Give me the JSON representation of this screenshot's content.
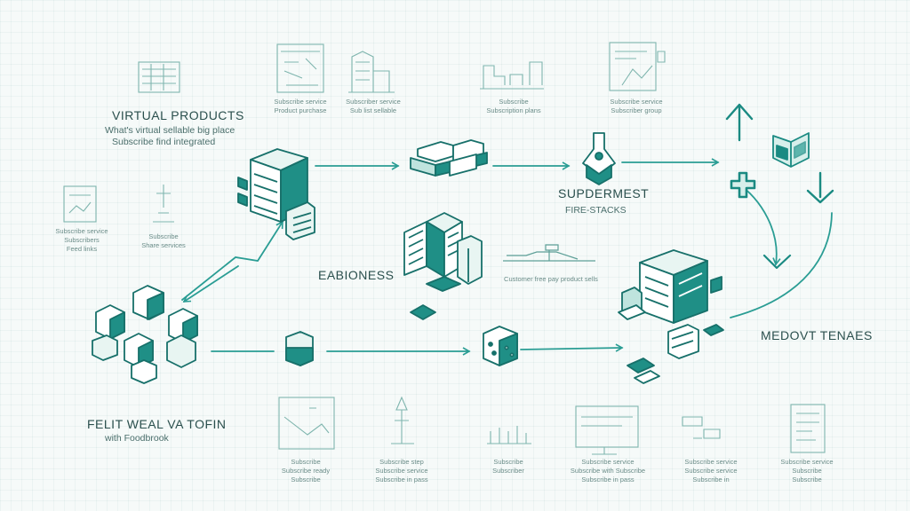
{
  "labels": {
    "virtual_products": "VIRTUAL PRODUCTS",
    "virtual_products_sub1": "What's virtual sellable big place",
    "virtual_products_sub2": "Subscribe find integrated",
    "supdermest": "SUPDERMEST",
    "fire_stacks": "FIRE-STACKS",
    "eabioness": "EABIONESS",
    "medovt_tenaes": "MEDOVT TENAES",
    "felit_weal": "FELIT WEAL VA TOFIN",
    "felit_weal_sub": "with Foodbrook"
  },
  "captions": {
    "top1": [
      "Subscriber service",
      "Sub list sellable"
    ],
    "top2": [
      "Subscribe service",
      "Product purchase"
    ],
    "top3": [
      "Subscribe",
      "Subscription plans"
    ],
    "top4": [
      "Subscribe service",
      "Subscriber group"
    ],
    "left1": [
      "Subscribe service",
      "Subscribers",
      "Feed links"
    ],
    "left2": [
      "Subscribe",
      "Share services"
    ],
    "mid_chart": [
      "Customer free pay product sells"
    ],
    "bot1": [
      "Subscribe",
      "Subscribe ready",
      "Subscribe"
    ],
    "bot2": [
      "Subscribe step",
      "Subscribe service",
      "Subscribe in pass"
    ],
    "bot3": [
      "Subscribe",
      "Subscriber"
    ],
    "bot4": [
      "Subscribe service",
      "Subscribe with Subscribe",
      "Subscribe in pass"
    ],
    "bot5": [
      "Subscribe service",
      "Subscribe service",
      "Subscribe in"
    ],
    "bot6": [
      "Subscribe service",
      "Subscribe",
      "Subscribe"
    ]
  },
  "colors": {
    "accent": "#1a8a82",
    "line": "#2a9d94",
    "faint": "#7fb5ae",
    "text": "#2f5d5a"
  }
}
